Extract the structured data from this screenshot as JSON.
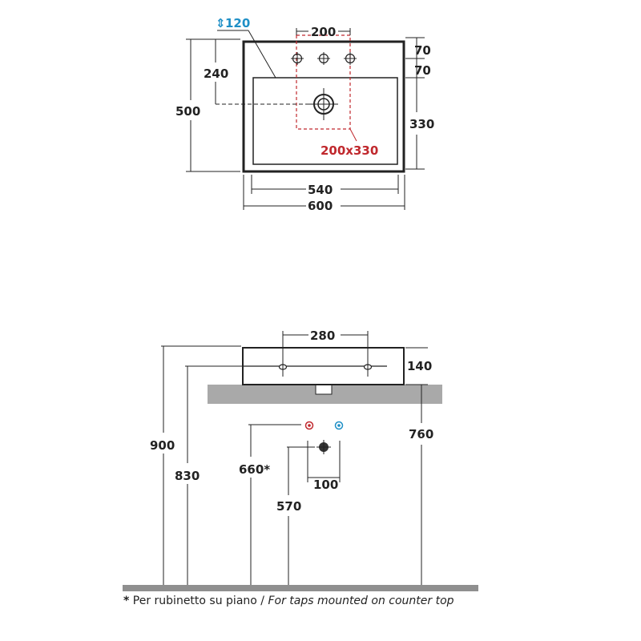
{
  "top_view": {
    "bowl_depth_symbol": "⇕",
    "bowl_depth": "120",
    "tap_spacing": "200",
    "top_to_tap": "70",
    "tap_to_rim": "70",
    "tap_zone_depth": "330",
    "overall_depth": "500",
    "drain_offset": "240",
    "tap_zone": "200x330",
    "inner_width": "540",
    "overall_width": "600"
  },
  "side_view": {
    "hole_spacing": "280",
    "basin_height": "140",
    "total_height": "900",
    "rim_to_floor": "830",
    "tap_feed_height": "660*",
    "counter_height": "760",
    "feed_spacing": "100",
    "drain_height": "570"
  },
  "colors": {
    "outline": "#222222",
    "counter": "#a9a9a9",
    "floor": "#8f8f8f",
    "hot_water": "#c0282d",
    "cold_water": "#1e8fc6",
    "dimension_highlight": "#1e8fc6",
    "tap_zone": "#c0282d"
  },
  "footnote": {
    "star": "*",
    "it": "Per rubinetto su piano /",
    "en": "For taps mounted on counter top"
  }
}
